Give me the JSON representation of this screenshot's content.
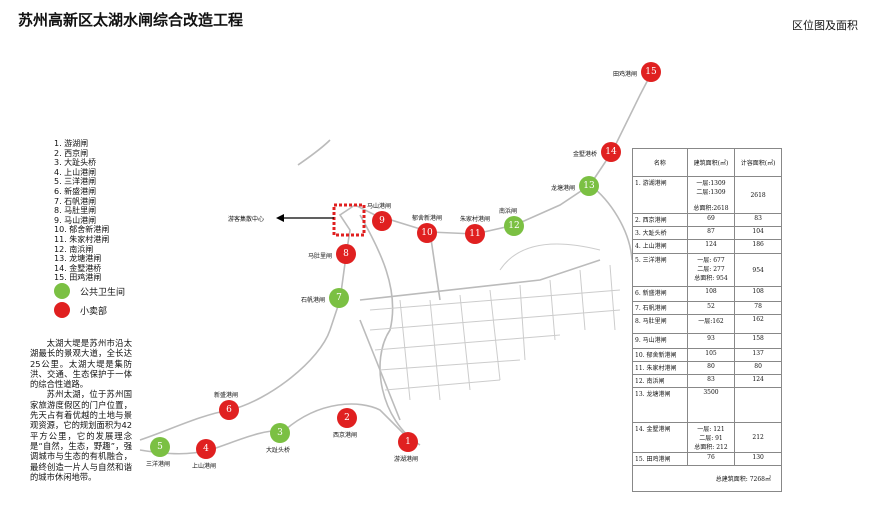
{
  "header": {
    "title": "苏州高新区太湖水闸综合改造工程",
    "subtitle": "区位图及面积"
  },
  "list": [
    "1. 游湖闸",
    "2. 西京闸",
    "3. 大趾头桥",
    "4. 上山港闸",
    "5. 三洋港闸",
    "6. 新盛港闸",
    "7. 石帆港闸",
    "8. 马肚里闸",
    "9. 马山港闸",
    "10. 郁舍新港闸",
    "11. 朱家村港闸",
    "12. 南浜闸",
    "13. 龙塘港闸",
    "14. 金墅港桥",
    "15. 田鸡港闸"
  ],
  "legend": [
    {
      "label": "公共卫生间",
      "color": "#7bc043"
    },
    {
      "label": "小卖部",
      "color": "#e02020"
    }
  ],
  "description": [
    "太湖大堤是苏州市沿太湖最长的景观大道，全长达25公里。太湖大堤是集防洪、交通、生态保护于一体的综合性道路。",
    "苏州太湖，位于苏州国家旅游度假区的门户位置，先天占有着优越的土地与景观资源，它的规划面积为42平方公里，它的发展理念是“自然，生态，野趣”，强调城市与生态的有机融合，最终创造一片人与自然和谐的城市休闲地带。"
  ],
  "map": {
    "visitor_center": "游客集散中心",
    "markers": [
      {
        "num": "1",
        "label": "游湖港闸",
        "type": "kiosk"
      },
      {
        "num": "2",
        "label": "西京港闸",
        "type": "kiosk"
      },
      {
        "num": "3",
        "label": "大趾头桥",
        "type": "toilet"
      },
      {
        "num": "4",
        "label": "上山港闸",
        "type": "kiosk"
      },
      {
        "num": "5",
        "label": "三洋港闸",
        "type": "toilet"
      },
      {
        "num": "6",
        "label": "新盛港闸",
        "type": "kiosk"
      },
      {
        "num": "7",
        "label": "石帆港闸",
        "type": "toilet"
      },
      {
        "num": "8",
        "label": "马肚里闸",
        "type": "kiosk"
      },
      {
        "num": "9",
        "label": "马山港闸",
        "type": "kiosk"
      },
      {
        "num": "10",
        "label": "郁舍新港闸",
        "type": "kiosk"
      },
      {
        "num": "11",
        "label": "朱家村港闸",
        "type": "kiosk"
      },
      {
        "num": "12",
        "label": "南浜闸",
        "type": "toilet"
      },
      {
        "num": "13",
        "label": "龙塘港闸",
        "type": "toilet"
      },
      {
        "num": "14",
        "label": "金墅港桥",
        "type": "kiosk"
      },
      {
        "num": "15",
        "label": "田鸡港闸",
        "type": "kiosk"
      }
    ]
  },
  "table": {
    "headers": [
      "名称",
      "建筑面积(㎡)",
      "计容面积(㎡)"
    ],
    "rows": [
      [
        "1. 游湖港闸",
        "一层:1309\n二层:1309\n\n总面积:2618",
        "2618"
      ],
      [
        "2. 西京港闸",
        "69",
        "83"
      ],
      [
        "3. 大趾头桥",
        "87",
        "104"
      ],
      [
        "4. 上山港闸",
        "124",
        "186"
      ],
      [
        "5. 三洋港闸",
        "一层: 677\n二层: 277\n总面积: 954",
        "954"
      ],
      [
        "6. 新盛港闸",
        "108",
        "108"
      ],
      [
        "7. 石帆港闸",
        "52",
        "78"
      ],
      [
        "8. 马肚里闸",
        "一层:162",
        "162"
      ],
      [
        "9. 马山港闸",
        "93",
        "158"
      ],
      [
        "10. 郁舍新港闸",
        "105",
        "137"
      ],
      [
        "11. 朱家村港闸",
        "80",
        "80"
      ],
      [
        "12. 南浜闸",
        "83",
        "124"
      ],
      [
        "13. 龙塘港闸",
        "3500",
        ""
      ],
      [
        "14. 金墅港闸",
        "一层: 121\n二层: 91\n总面积: 212",
        "212"
      ],
      [
        "15. 田鸡港闸",
        "76",
        "130"
      ]
    ],
    "total": "总建筑面积: 7268㎡"
  }
}
